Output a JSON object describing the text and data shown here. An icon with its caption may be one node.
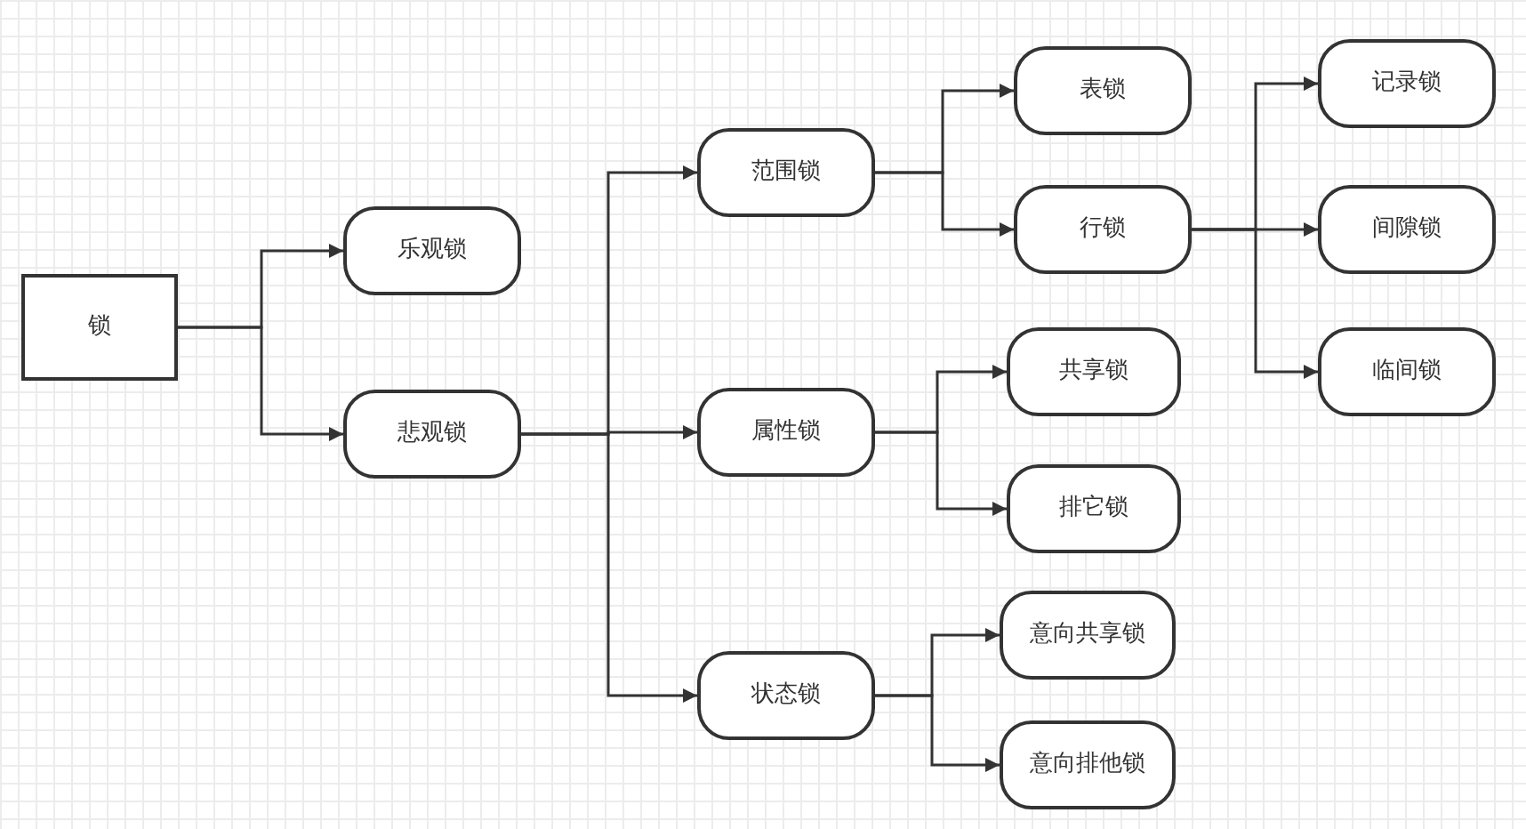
{
  "diagram": {
    "nodes": [
      {
        "text": [
          "锁"
        ]
      },
      {
        "text": [
          "乐观锁"
        ]
      },
      {
        "text": [
          "悲观锁"
        ]
      },
      {
        "text": [
          "范围锁"
        ]
      },
      {
        "text": [
          "属性锁"
        ]
      },
      {
        "text": [
          "状态锁"
        ]
      },
      {
        "text": [
          "表锁"
        ]
      },
      {
        "text": [
          "行锁"
        ]
      },
      {
        "text": [
          "共享锁"
        ]
      },
      {
        "text": [
          "排它锁"
        ]
      },
      {
        "text": [
          "意向共享锁"
        ]
      },
      {
        "text": [
          "意向排他锁"
        ]
      },
      {
        "text": [
          "记录锁"
        ]
      },
      {
        "text": [
          "间隙锁"
        ]
      },
      {
        "text": [
          "临间锁"
        ]
      }
    ],
    "edges": [
      {
        "from": 0,
        "to": 1,
        "arrow": "to"
      },
      {
        "from": 0,
        "to": 2,
        "arrow": "to"
      },
      {
        "from": 2,
        "to": 3,
        "arrow": "to"
      },
      {
        "from": 2,
        "to": 4,
        "arrow": "to"
      },
      {
        "from": 2,
        "to": 5,
        "arrow": "to"
      },
      {
        "from": 3,
        "to": 6,
        "arrow": "to"
      },
      {
        "from": 3,
        "to": 7,
        "arrow": "to"
      },
      {
        "from": 4,
        "to": 8,
        "arrow": "to"
      },
      {
        "from": 4,
        "to": 9,
        "arrow": "to"
      },
      {
        "from": 5,
        "to": 10,
        "arrow": "to"
      },
      {
        "from": 5,
        "to": 11,
        "arrow": "to"
      },
      {
        "from": 7,
        "to": 12,
        "arrow": "to"
      },
      {
        "from": 7,
        "to": 13,
        "arrow": "to"
      },
      {
        "from": 7,
        "to": 14,
        "arrow": "to"
      }
    ]
  }
}
